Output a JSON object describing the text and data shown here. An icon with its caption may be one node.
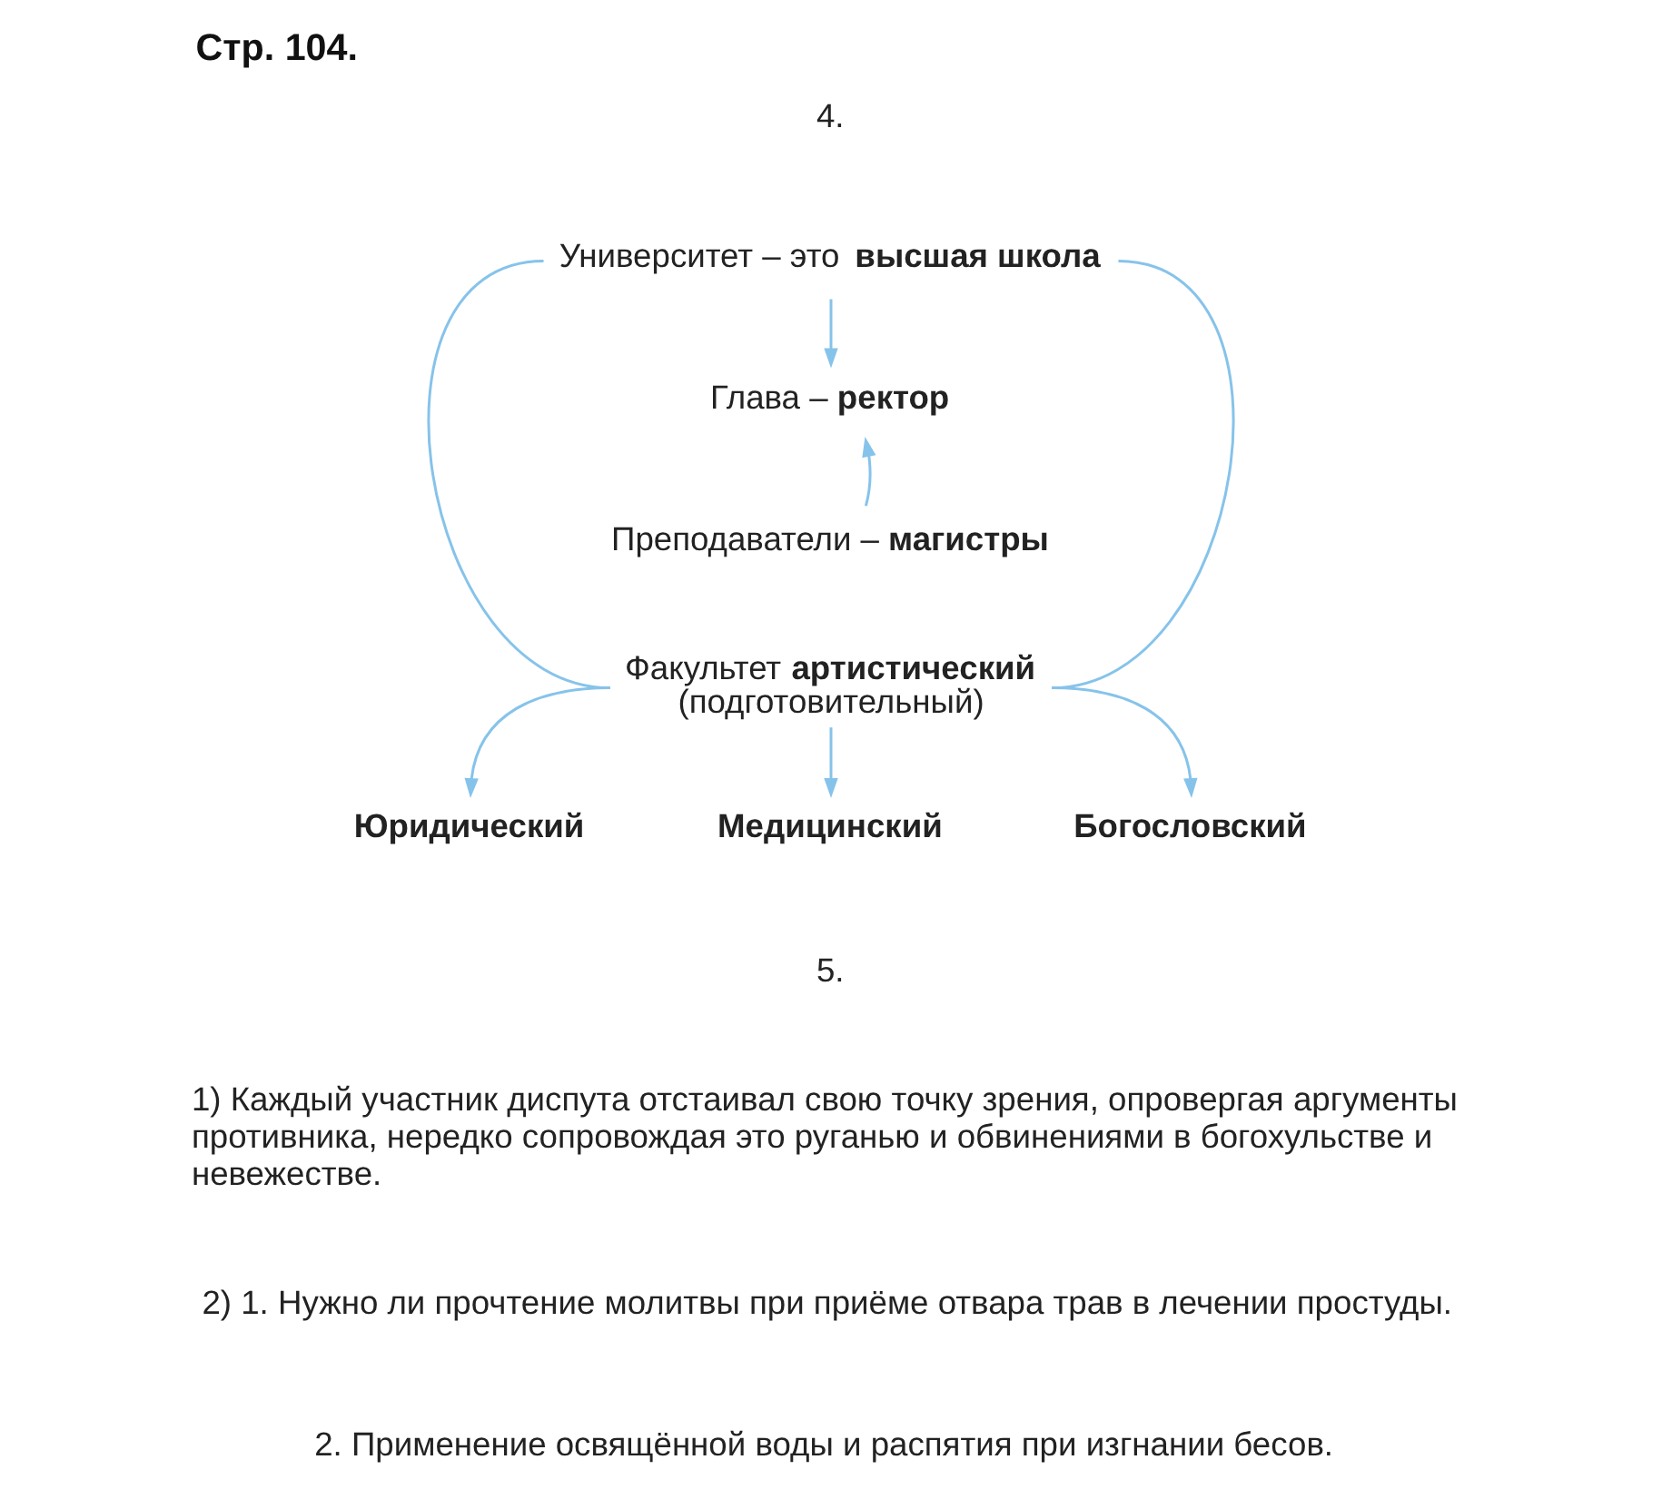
{
  "diagram": {
    "title": "Стр. 104.",
    "nodes": [
      {
        "text": [
          "Университет – это **высшая школа**"
        ]
      },
      {
        "text": [
          "Глава – **ректор**"
        ]
      },
      {
        "text": [
          "Преподаватели – **магистры**"
        ]
      },
      {
        "text": [
          "Факультет **артистический**",
          "(подготовительный)"
        ]
      },
      {
        "text": [
          "Юридический"
        ]
      },
      {
        "text": [
          "Медицинский"
        ]
      },
      {
        "text": [
          "Богословский"
        ]
      }
    ],
    "edges": [
      {
        "from": 0,
        "to": 1,
        "arrow": "to"
      },
      {
        "from": 2,
        "to": 1,
        "arrow": "to"
      },
      {
        "from": 0,
        "to": 3,
        "arrow": "none"
      },
      {
        "from": 0,
        "to": 3,
        "arrow": "none"
      },
      {
        "from": 3,
        "to": 4,
        "arrow": "to"
      },
      {
        "from": 3,
        "to": 5,
        "arrow": "to"
      },
      {
        "from": 3,
        "to": 6,
        "arrow": "to"
      }
    ],
    "labels": [
      "4.",
      "5.",
      "1) Каждый участник диспута отстаивал свою точку зрения, опровергая аргументы противника, нередко сопровождая это руганью и обвинениями в богохульстве и невежестве.",
      "2) 1. Нужно ли прочтение молитвы при приёме отвара трав в лечении простуды.",
      "2. Применение освящённой воды и распятия при изгнании бесов."
    ]
  }
}
